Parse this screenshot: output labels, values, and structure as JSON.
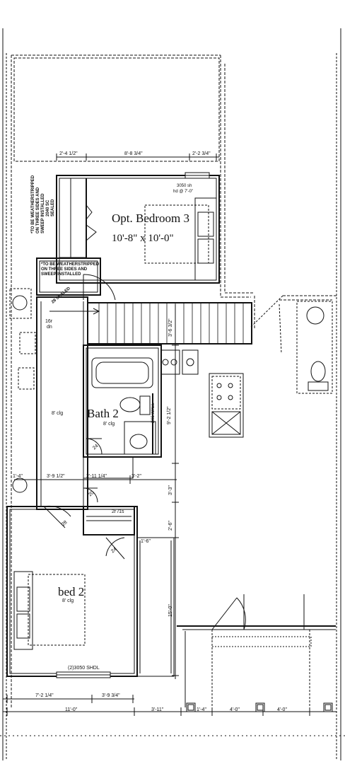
{
  "rooms": {
    "bedroom3_name": "Opt. Bedroom 3",
    "bedroom3_size": "10'-8\" x 10'-0\"",
    "bath2_name": "Bath 2",
    "bath2_ceiling": "8' clg",
    "bed2_name": "bed 2",
    "bed2_ceiling": "8' clg",
    "hall_ceiling": "8' clg"
  },
  "windows": {
    "bedroom3_window": "3050 sh",
    "bedroom3_window_hd": "hd @ 7'-0\"",
    "bed2_window": "(2)3050 SHDL"
  },
  "notes": {
    "weather_left_1": "*TO BE WEATHERSTRIPPED",
    "weather_left_2": "ON THREE SIDES AND",
    "weather_left_3": "SWEEP INSTALLED",
    "weather_left_4": "2040 SC",
    "weather_left_5": "SEALED",
    "weather_door_1": "*TO BE WEATHERSTRIPPED",
    "weather_door_2": "ON THREE SIDES AND",
    "weather_door_3": "SWEEP INSTALLED",
    "door_28_sealed": "28 SEALED",
    "stairs": "16r",
    "stairs_dn": "dn",
    "linen": "2r /1s",
    "door_24_bath": "24",
    "door_20": "20",
    "door_28": "28",
    "door_24_bed": "24",
    "wall_note": "2X6 WALL"
  },
  "dimensions": {
    "top_left": "2'-4 1/2\"",
    "top_mid": "8'-8 3/4\"",
    "top_right": "2'-2 3/4\"",
    "stair_v": "3'-6 3/2\"",
    "bath_v": "9'-2 1/2\"",
    "mid_left": "3'-9 1/2\"",
    "mid_mid": "2'-11 1/4\"",
    "mid_right": "3'-2\"",
    "left_small": "1'-4\"",
    "v_33": "3'-3\"",
    "v_small": "2'-6\"",
    "closet_w": "1'-6\"",
    "bed_v": "15'-0\"",
    "bottom_1": "7'-2 1/4\"",
    "bottom_2": "3'-9 3/4\"",
    "bottom_overall": "11'-0\"",
    "bottom_3": "3'-11\"",
    "porch_1": "1'-4\"",
    "porch_2": "4'-0\"",
    "porch_3": "4'-0\""
  }
}
